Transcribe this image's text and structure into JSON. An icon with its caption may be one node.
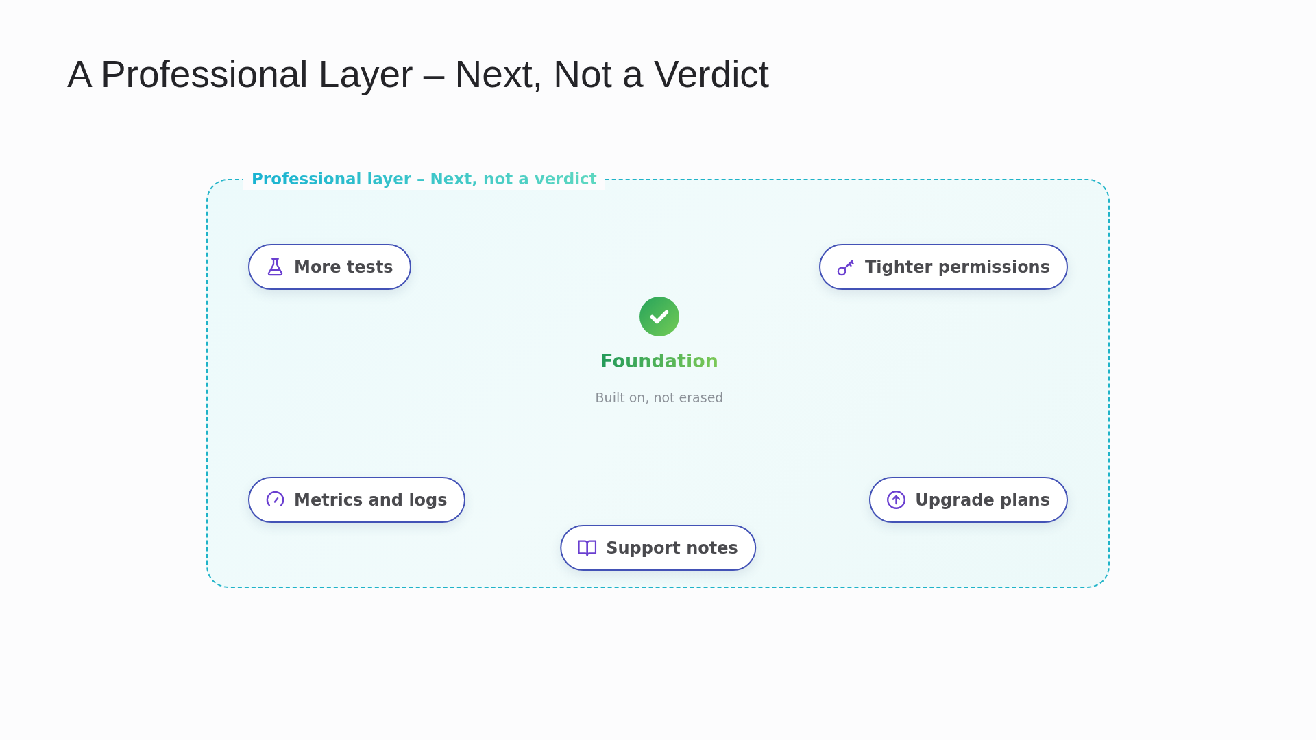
{
  "diagram": {
    "title": "A Professional Layer – Next, Not a Verdict",
    "nodes": [
      {
        "text": [
          "Professional layer – Next, not a verdict"
        ]
      },
      {
        "text": [
          "More tests"
        ],
        "in": 0
      },
      {
        "text": [
          "Tighter permissions"
        ],
        "in": 0
      },
      {
        "text": [
          "Metrics and logs"
        ],
        "in": 0
      },
      {
        "text": [
          "Upgrade plans"
        ],
        "in": 0
      },
      {
        "text": [
          "Support notes"
        ],
        "in": 0
      }
    ],
    "labels": [
      "Foundation",
      "Built on, not erased"
    ]
  }
}
